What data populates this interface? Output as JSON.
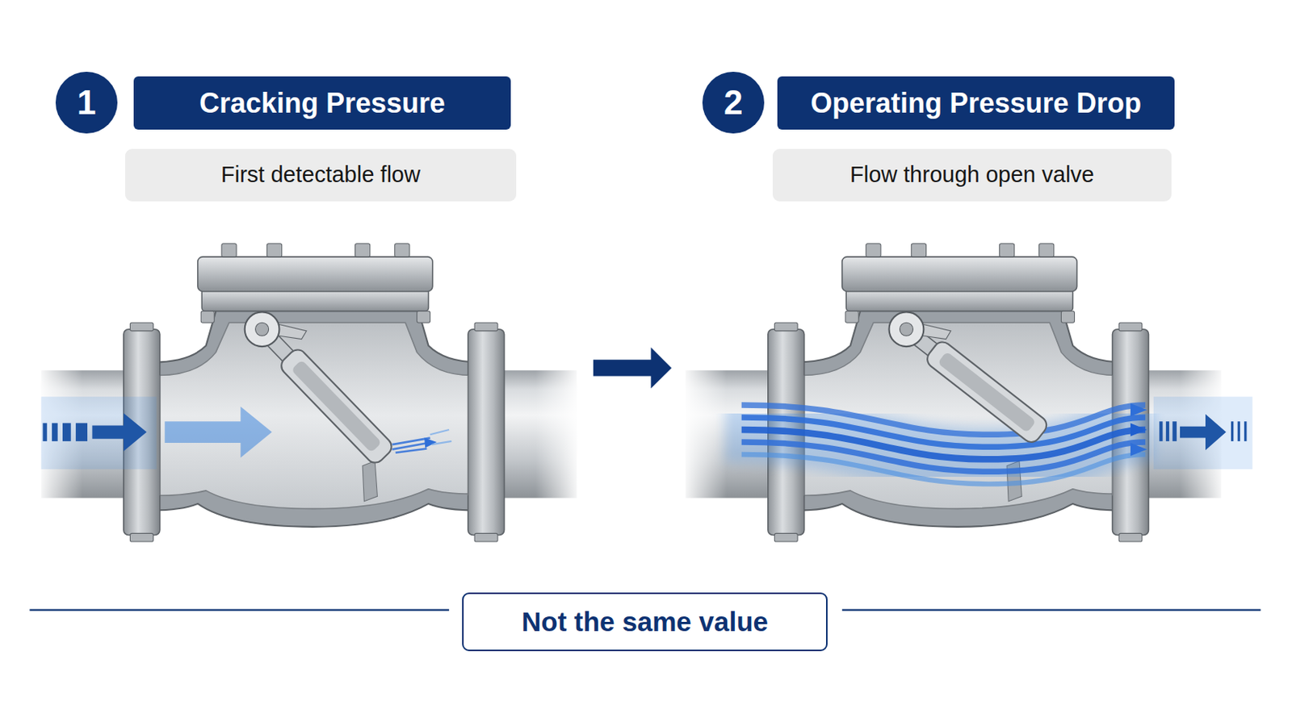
{
  "diagram": {
    "nodes": [
      {
        "text": [
          "1"
        ]
      },
      {
        "text": [
          "Cracking Pressure"
        ]
      },
      {
        "text": [
          "First detectable flow"
        ]
      },
      {
        "text": [
          "2"
        ]
      },
      {
        "text": [
          "Operating Pressure Drop"
        ]
      },
      {
        "text": [
          "Flow through open valve"
        ]
      },
      {
        "text": [
          "Not the same value"
        ]
      }
    ]
  }
}
